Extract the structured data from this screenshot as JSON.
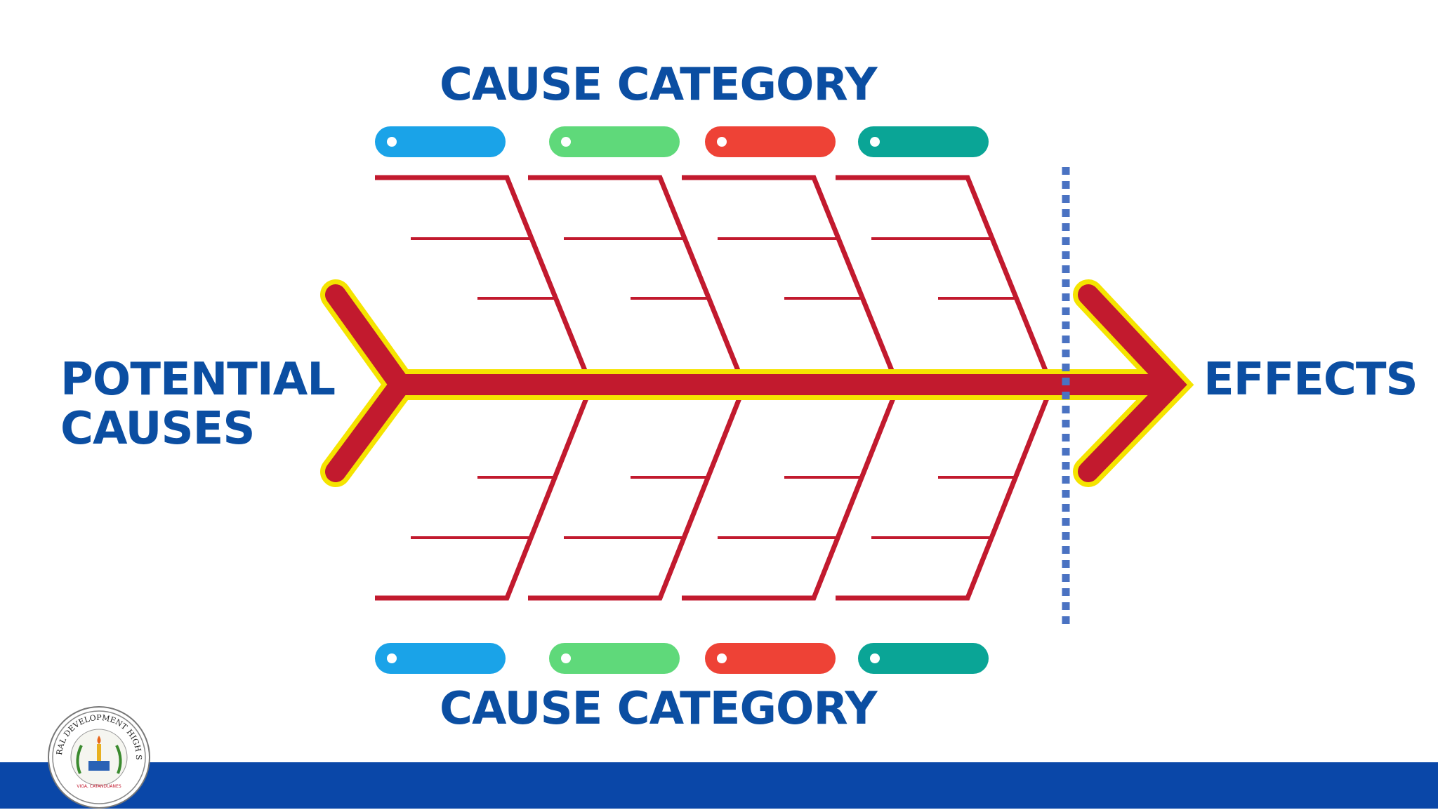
{
  "diagram": {
    "top_heading": "CAUSE CATEGORY",
    "bottom_heading": "CAUSE CATEGORY",
    "left_label_line1": "POTENTIAL",
    "left_label_line2": "CAUSES",
    "right_label": "EFFECTS"
  },
  "category_pill_colors": [
    "#1aa3e8",
    "#5fd97a",
    "#ee4236",
    "#0aa596"
  ],
  "colors": {
    "heading": "#0b4ea2",
    "bone": "#c21a2e",
    "spine_glow": "#f5e400",
    "divider": "#4a72c2",
    "footer": "#0a47a8"
  },
  "logo": {
    "name": "VIGA RURAL DEVELOPMENT HIGH SCHOOL",
    "location": "VIGA, CATANDUANES"
  }
}
